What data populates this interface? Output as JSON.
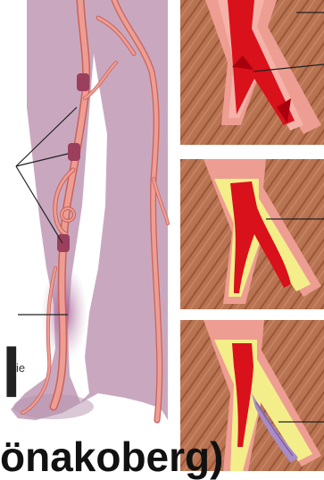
{
  "page_mark": "l",
  "small_label": "ie",
  "bottom_caption": "önakoberg)",
  "colors": {
    "skin": "#c9a8bf",
    "skin_shadow": "#b592ad",
    "vessel": "#ee9d92",
    "vessel_edge": "#c8625c",
    "varicose": "#9a3f5c",
    "blood": "#d9111b",
    "fat_deposit": "#f3ee8a",
    "muscle": "#b5704f",
    "muscle_line": "#8d4a33",
    "clot": "#a98cc6"
  },
  "panels": [
    {
      "stage": "healthy-vein"
    },
    {
      "stage": "narrowed-vein"
    },
    {
      "stage": "clotted-vein"
    }
  ]
}
